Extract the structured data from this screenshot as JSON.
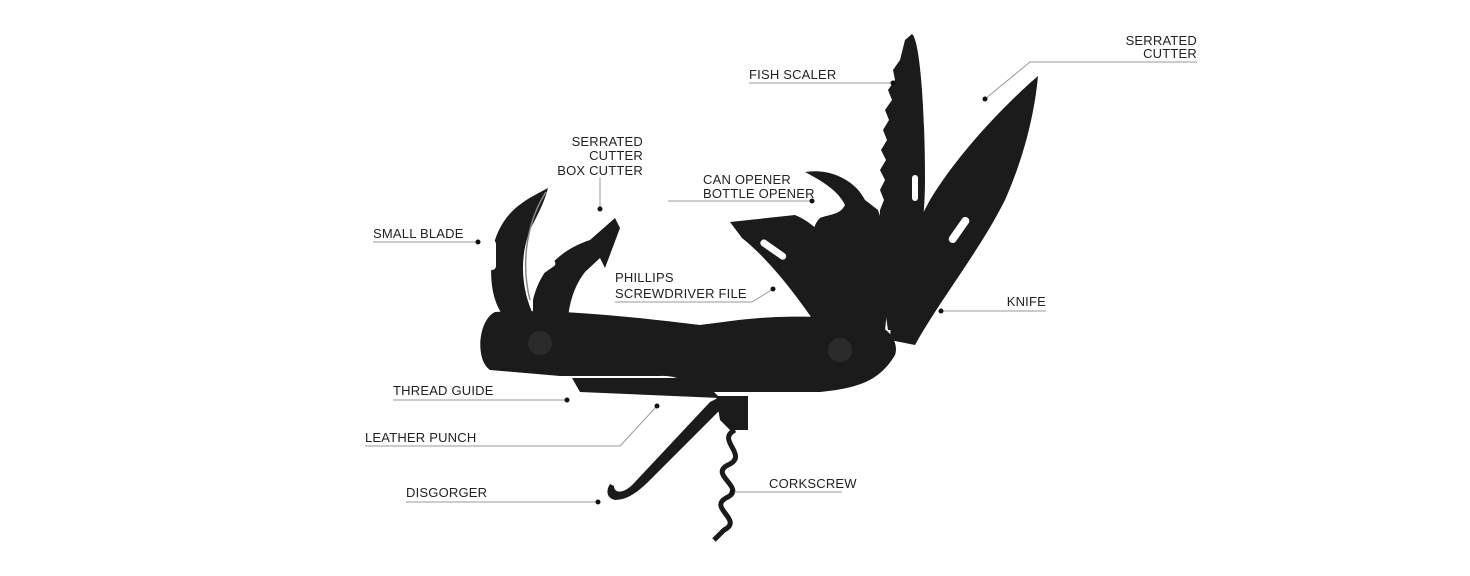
{
  "title": "Multi-tool parts diagram",
  "labels": {
    "fish_scaler": "FISH SCALER",
    "serrated_cutter_top": [
      "SERRATED",
      "CUTTER"
    ],
    "serrated_box_cutter": [
      "SERRATED",
      "CUTTER",
      "BOX CUTTER"
    ],
    "can_bottle_opener": [
      "CAN OPENER",
      "BOTTLE OPENER"
    ],
    "small_blade": "SMALL BLADE",
    "phillips_file": [
      "PHILLIPS",
      "SCREWDRIVER FILE"
    ],
    "knife": "KNIFE",
    "thread_guide": "THREAD GUIDE",
    "leather_punch": "LEATHER PUNCH",
    "disgorger": "DISGORGER",
    "corkscrew": "CORKSCREW"
  }
}
